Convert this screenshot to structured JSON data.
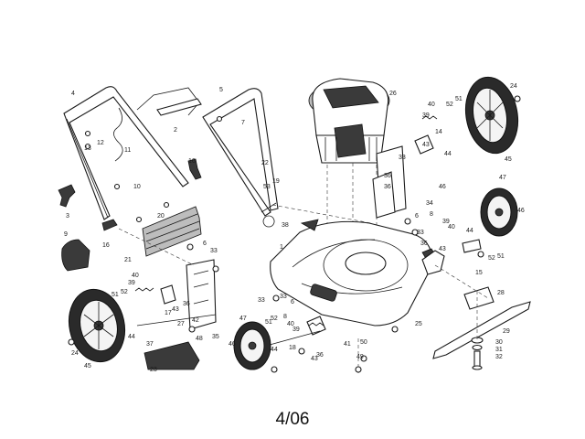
{
  "page_number": "4/06",
  "callouts": [
    {
      "id": "c4",
      "text": "4"
    },
    {
      "id": "c5",
      "text": "5"
    },
    {
      "id": "c26",
      "text": "26"
    },
    {
      "id": "c24a",
      "text": "24"
    },
    {
      "id": "c2",
      "text": "2"
    },
    {
      "id": "c7",
      "text": "7"
    },
    {
      "id": "c12",
      "text": "12"
    },
    {
      "id": "c13",
      "text": "13"
    },
    {
      "id": "c11",
      "text": "11"
    },
    {
      "id": "c22",
      "text": "22"
    },
    {
      "id": "c16a",
      "text": "16"
    },
    {
      "id": "c10",
      "text": "10"
    },
    {
      "id": "c3",
      "text": "3"
    },
    {
      "id": "c19",
      "text": "19"
    },
    {
      "id": "c53",
      "text": "53"
    },
    {
      "id": "c20",
      "text": "20"
    },
    {
      "id": "c16b",
      "text": "16"
    },
    {
      "id": "c9",
      "text": "9"
    },
    {
      "id": "c21",
      "text": "21"
    },
    {
      "id": "c6a",
      "text": "6"
    },
    {
      "id": "c33a",
      "text": "33"
    },
    {
      "id": "c38",
      "text": "38"
    },
    {
      "id": "c1",
      "text": "1"
    },
    {
      "id": "c33b",
      "text": "33"
    },
    {
      "id": "c40a",
      "text": "40"
    },
    {
      "id": "c39a",
      "text": "39"
    },
    {
      "id": "c51a",
      "text": "51"
    },
    {
      "id": "c52a",
      "text": "52"
    },
    {
      "id": "c17",
      "text": "17"
    },
    {
      "id": "c36a",
      "text": "36"
    },
    {
      "id": "c43a",
      "text": "43"
    },
    {
      "id": "c42",
      "text": "42"
    },
    {
      "id": "c44a",
      "text": "44"
    },
    {
      "id": "c37",
      "text": "37"
    },
    {
      "id": "c27",
      "text": "27"
    },
    {
      "id": "c48",
      "text": "48"
    },
    {
      "id": "c35",
      "text": "35"
    },
    {
      "id": "c24b",
      "text": "24"
    },
    {
      "id": "c45a",
      "text": "45"
    },
    {
      "id": "c23",
      "text": "23"
    },
    {
      "id": "c47a",
      "text": "47"
    },
    {
      "id": "c46a",
      "text": "46"
    },
    {
      "id": "c51b",
      "text": "51"
    },
    {
      "id": "c52b",
      "text": "52"
    },
    {
      "id": "c44b",
      "text": "44"
    },
    {
      "id": "c6b",
      "text": "6"
    },
    {
      "id": "c8a",
      "text": "8"
    },
    {
      "id": "c33c",
      "text": "33"
    },
    {
      "id": "c40b",
      "text": "40"
    },
    {
      "id": "c39b",
      "text": "39"
    },
    {
      "id": "c18",
      "text": "18"
    },
    {
      "id": "c36b",
      "text": "36"
    },
    {
      "id": "c43b",
      "text": "43"
    },
    {
      "id": "c41",
      "text": "41"
    },
    {
      "id": "c50",
      "text": "50"
    },
    {
      "id": "c49",
      "text": "49"
    },
    {
      "id": "c25",
      "text": "25"
    },
    {
      "id": "c28",
      "text": "28"
    },
    {
      "id": "c29",
      "text": "29"
    },
    {
      "id": "c30",
      "text": "30"
    },
    {
      "id": "c31",
      "text": "31"
    },
    {
      "id": "c32",
      "text": "32"
    },
    {
      "id": "c40c",
      "text": "40"
    },
    {
      "id": "c39c",
      "text": "39"
    },
    {
      "id": "c52c",
      "text": "52"
    },
    {
      "id": "c51c",
      "text": "51"
    },
    {
      "id": "c14",
      "text": "14"
    },
    {
      "id": "c43c",
      "text": "43"
    },
    {
      "id": "c44c",
      "text": "44"
    },
    {
      "id": "c45b",
      "text": "45"
    },
    {
      "id": "c36c",
      "text": "36"
    },
    {
      "id": "c33d",
      "text": "33"
    },
    {
      "id": "c34",
      "text": "34"
    },
    {
      "id": "c8b",
      "text": "8"
    },
    {
      "id": "c47b",
      "text": "47"
    },
    {
      "id": "c46b",
      "text": "46"
    },
    {
      "id": "c40d",
      "text": "40"
    },
    {
      "id": "c39d",
      "text": "39"
    },
    {
      "id": "c44d",
      "text": "44"
    },
    {
      "id": "c36d",
      "text": "36"
    },
    {
      "id": "c43d",
      "text": "43"
    },
    {
      "id": "c15",
      "text": "15"
    },
    {
      "id": "c52d",
      "text": "52"
    },
    {
      "id": "c51d",
      "text": "51"
    },
    {
      "id": "c46c",
      "text": "46"
    },
    {
      "id": "c33e",
      "text": "33"
    },
    {
      "id": "c6c",
      "text": "6"
    },
    {
      "id": "c36e",
      "text": "36"
    }
  ]
}
